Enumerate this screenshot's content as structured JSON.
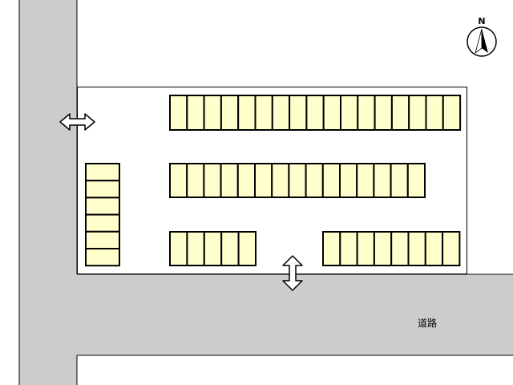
{
  "map": {
    "road_label": "道路",
    "compass_label": "N",
    "colors": {
      "road": "#cccccc",
      "lot": "#ffffff",
      "space_fill": "#ffffcc",
      "outline": "#000000"
    },
    "parking": {
      "top_row_spaces": 17,
      "middle_row_spaces": 15,
      "bottom_left_spaces": 5,
      "bottom_right_spaces": 8,
      "left_column_spaces": 6
    },
    "icons": [
      "north-arrow-icon",
      "entrance-arrow-horizontal-icon",
      "entrance-arrow-vertical-icon"
    ]
  }
}
